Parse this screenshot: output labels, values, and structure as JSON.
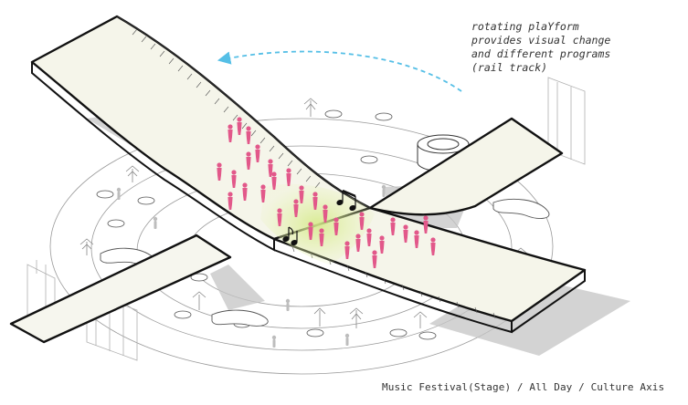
{
  "annotation": {
    "lines": [
      "rotating plaYform",
      "provides visual change",
      "and different programs",
      "(rail track)"
    ]
  },
  "caption": "Music Festival(Stage) / All Day / Culture Axis",
  "colors": {
    "platform_outline": "#111111",
    "platform_top": "#f5f5ea",
    "people_highlight": "#e2588a",
    "stage_glow": "#d6ea8a",
    "arrow": "#55bfe6",
    "context_lines": "#9a9a9a",
    "shadow": "#c4c4c4"
  },
  "icons": [
    "music-note-icon",
    "double-music-note-icon",
    "rotation-arrow-icon"
  ]
}
